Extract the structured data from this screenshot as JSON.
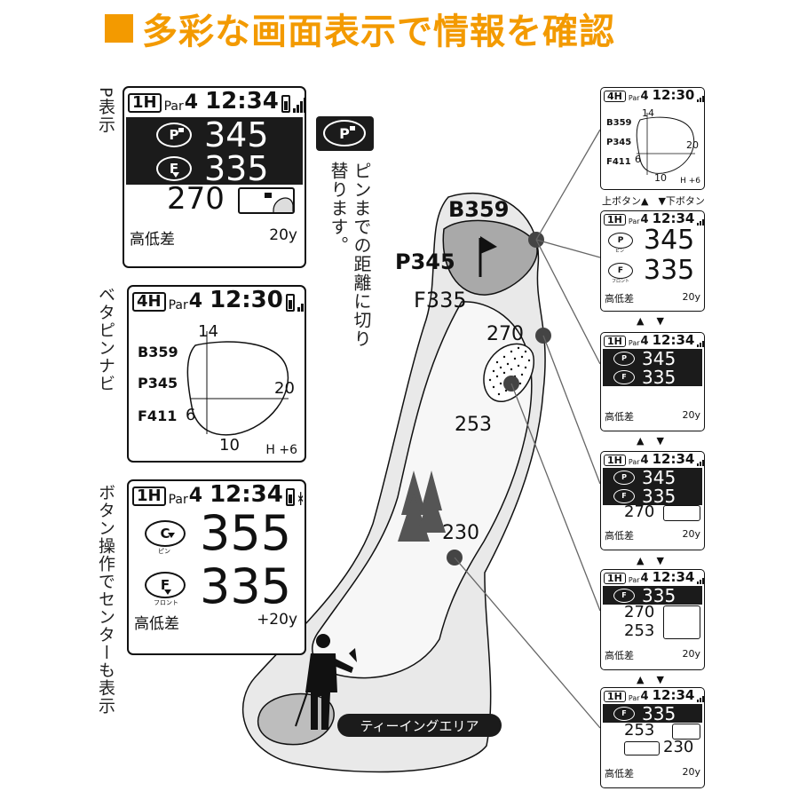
{
  "title": "多彩な画面表示で情報を確認",
  "labels": {
    "p_display": "P表示",
    "pin_switch": "ピンまでの距離に切り替ります。",
    "betapin": "ベタピンナビ",
    "center": "ボタン操作でセンターも表示",
    "updown": "上ボタン▲　▼下ボタン",
    "arrows": "▲▼",
    "tee": "ティーイングエリア"
  },
  "icons": {
    "pin_badge": "P",
    "center_badge": "C",
    "front_badge": "F",
    "pin_sub": "ピン",
    "front_sub": "フロント"
  },
  "course": {
    "back": "B359",
    "pin": "P345",
    "front": "F335",
    "d270": "270",
    "d253": "253",
    "d230": "230"
  },
  "screen_p": {
    "hole": "1H",
    "par": "Par",
    "par_num": "4",
    "time": "12:34",
    "pin": "345",
    "front": "335",
    "hazard": "270",
    "elev_label": "高低差",
    "elev": "20y"
  },
  "screen_green": {
    "hole": "4H",
    "par": "Par",
    "par_num": "4",
    "time": "12:30",
    "back": "B359",
    "pin": "P345",
    "front": "F411",
    "top": "14",
    "right": "20",
    "left": "6",
    "bottom": "10",
    "height": "H +6"
  },
  "screen_center": {
    "hole": "1H",
    "par": "Par",
    "par_num": "4",
    "time": "12:34",
    "center": "355",
    "front": "335",
    "elev_label": "高低差",
    "elev": "+20y"
  },
  "right_screens": {
    "s1": {
      "hole": "4H",
      "par": "Par",
      "par_num": "4",
      "time": "12:30",
      "back": "B359",
      "pin": "P345",
      "front": "F411",
      "top": "14",
      "right": "20",
      "left": "6",
      "bottom": "10",
      "height": "H +6"
    },
    "s2": {
      "hole": "1H",
      "par": "Par",
      "par_num": "4",
      "time": "12:34",
      "pin": "345",
      "front": "335",
      "elev_label": "高低差",
      "elev": "20y"
    },
    "s3": {
      "hole": "1H",
      "par": "Par",
      "par_num": "4",
      "time": "12:34",
      "pin": "345",
      "front": "335",
      "elev_label": "高低差",
      "elev": "20y"
    },
    "s4": {
      "hole": "1H",
      "par": "Par",
      "par_num": "4",
      "time": "12:34",
      "pin": "345",
      "front": "335",
      "hazard": "270",
      "elev_label": "高低差",
      "elev": "20y"
    },
    "s5": {
      "hole": "1H",
      "par": "Par",
      "par_num": "4",
      "time": "12:34",
      "front": "335",
      "h1": "270",
      "h2": "253",
      "elev_label": "高低差",
      "elev": "20y"
    },
    "s6": {
      "hole": "1H",
      "par": "Par",
      "par_num": "4",
      "time": "12:34",
      "front": "335",
      "h1": "253",
      "h2": "230",
      "elev_label": "高低差",
      "elev": "20y"
    }
  }
}
